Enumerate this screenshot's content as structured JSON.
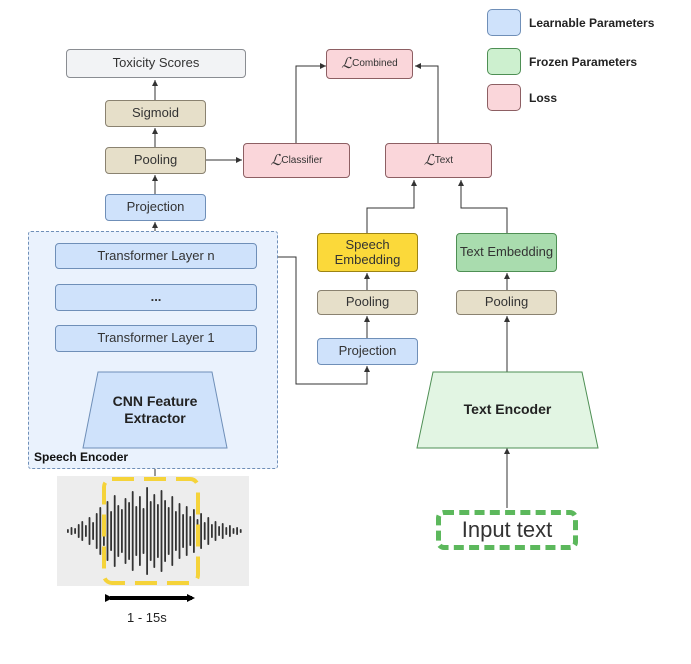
{
  "legend": [
    {
      "label": "Learnable Parameters",
      "color": "#cfe2fb"
    },
    {
      "label": "Frozen Parameters",
      "color": "#cdf0cf"
    },
    {
      "label": "Loss",
      "color": "#fad6da"
    }
  ],
  "left_stack": {
    "toxicity": "Toxicity Scores",
    "sigmoid": "Sigmoid",
    "pooling": "Pooling",
    "projection": "Projection",
    "layer_n": "Transformer Layer n",
    "ellipsis": "...",
    "layer_1": "Transformer Layer 1"
  },
  "cnn": {
    "line1": "CNN Feature",
    "line2": "Extractor"
  },
  "speech_encoder": {
    "label": "Speech Encoder"
  },
  "losses": {
    "symbol": "ℒ",
    "combined_sub": "Combined",
    "classifier_sub": "Classifier",
    "text_sub": "Text"
  },
  "speech_branch": {
    "embedding_line1": "Speech",
    "embedding_line2": "Embedding",
    "pooling": "Pooling",
    "projection": "Projection"
  },
  "text_branch": {
    "embedding": "Text Embedding",
    "pooling": "Pooling",
    "encoder": "Text Encoder",
    "input": "Input text"
  },
  "waveform": {
    "duration": "1 - 15s",
    "highlight_color": "#f5d33a",
    "wave_color": "#333333"
  }
}
